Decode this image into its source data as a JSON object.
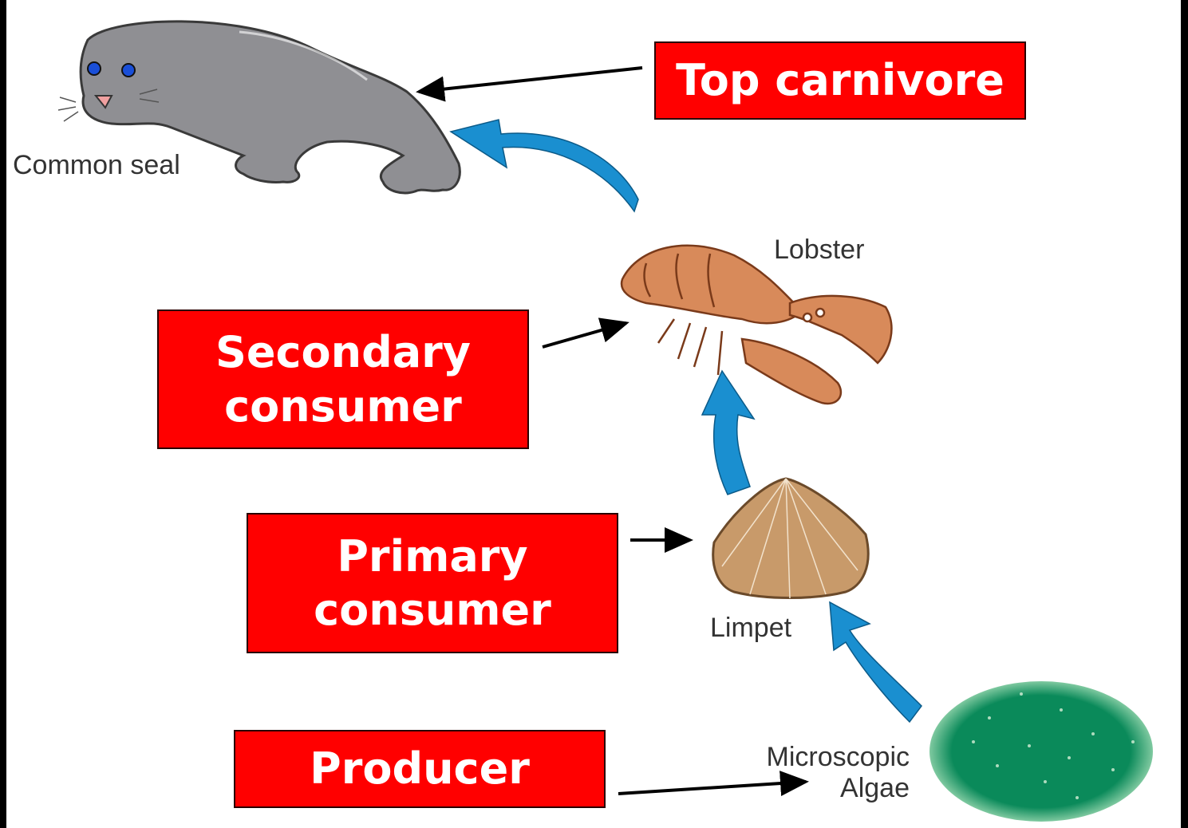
{
  "diagram": {
    "colors": {
      "background": "#000000",
      "panel": "#ffffff",
      "label_box": "#ff0000",
      "label_text": "#ffffff",
      "energy_arrow": "#1a8fd0",
      "pointer_arrow": "#000000"
    },
    "trophic_labels": {
      "top_carnivore": "Top carnivore",
      "secondary_line1": "Secondary",
      "secondary_line2": "consumer",
      "primary_line1": "Primary",
      "primary_line2": "consumer",
      "producer": "Producer"
    },
    "organisms": {
      "seal": {
        "label": "Common seal",
        "icon": "seal-icon"
      },
      "lobster": {
        "label": "Lobster",
        "icon": "lobster-icon"
      },
      "limpet": {
        "label": "Limpet",
        "icon": "limpet-icon"
      },
      "algae": {
        "label_line1": "Microscopic",
        "label_line2": "Algae",
        "icon": "algae-icon"
      }
    }
  }
}
